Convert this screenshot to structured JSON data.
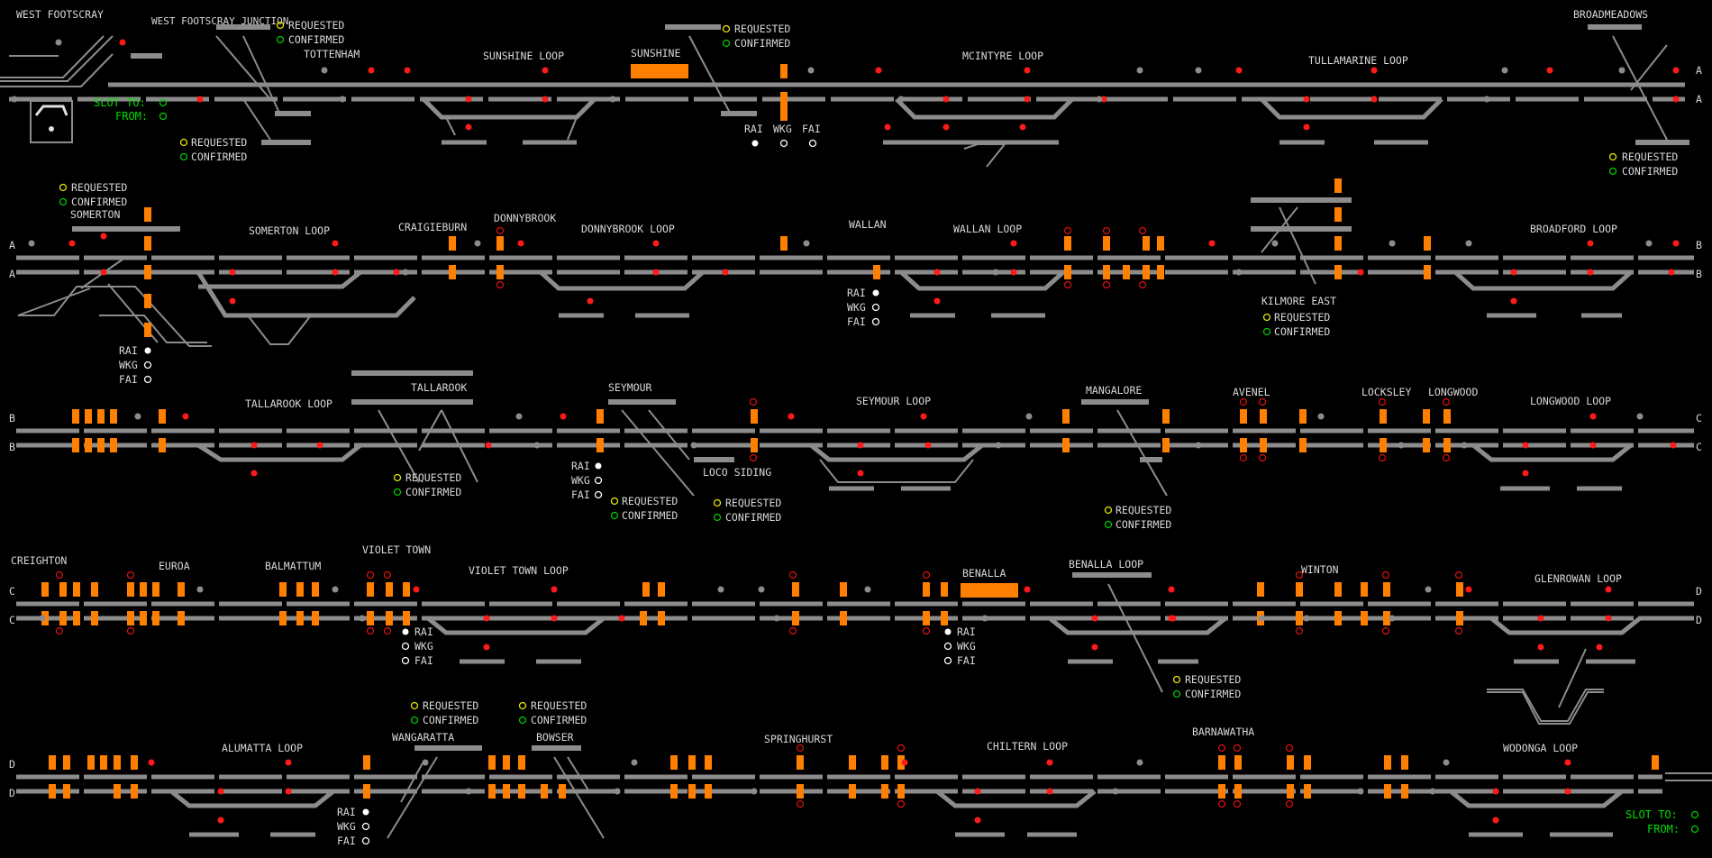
{
  "stations": {
    "west_footscray": "WEST FOOTSCRAY",
    "west_footscray_junction": "WEST FOOTSCRAY JUNCTION",
    "tottenham": "TOTTENHAM",
    "sunshine_loop": "SUNSHINE LOOP",
    "sunshine": "SUNSHINE",
    "mcintyre_loop": "MCINTYRE LOOP",
    "tullamarine_loop": "TULLAMARINE LOOP",
    "broadmeadows": "BROADMEADOWS",
    "somerton": "SOMERTON",
    "somerton_loop": "SOMERTON LOOP",
    "craigieburn": "CRAIGIEBURN",
    "donnybrook": "DONNYBROOK",
    "donnybrook_loop": "DONNYBROOK LOOP",
    "wallan": "WALLAN",
    "wallan_loop": "WALLAN LOOP",
    "kilmore_east": "KILMORE EAST",
    "broadford_loop": "BROADFORD LOOP",
    "tallarook_loop": "TALLAROOK LOOP",
    "tallarook": "TALLAROOK",
    "seymour": "SEYMOUR",
    "seymour_loop": "SEYMOUR LOOP",
    "loco_siding": "LOCO SIDING",
    "mangalore": "MANGALORE",
    "avenel": "AVENEL",
    "locksley": "LOCKSLEY",
    "longwood": "LONGWOOD",
    "longwood_loop": "LONGWOOD LOOP",
    "creighton": "CREIGHTON",
    "euroa": "EUROA",
    "balmattum": "BALMATTUM",
    "violet_town": "VIOLET TOWN",
    "violet_town_loop": "VIOLET TOWN LOOP",
    "benalla": "BENALLA",
    "benalla_loop": "BENALLA LOOP",
    "winton": "WINTON",
    "glenrowan_loop": "GLENROWAN LOOP",
    "alumatta_loop": "ALUMATTA LOOP",
    "wangaratta": "WANGARATTA",
    "bowser": "BOWSER",
    "springhurst": "SPRINGHURST",
    "chiltern_loop": "CHILTERN LOOP",
    "barnawatha": "BARNAWATHA",
    "wodonga_loop": "WODONGA LOOP"
  },
  "status_labels": {
    "requested": "REQUESTED",
    "confirmed": "CONFIRMED",
    "rai": "RAI",
    "wkg": "WKG",
    "fai": "FAI"
  },
  "slot": {
    "to": "SLOT TO:",
    "from": "FROM:"
  },
  "row_markers": [
    "A",
    "B",
    "C",
    "D"
  ],
  "colors": {
    "background": "#000000",
    "track": "#8c8c8c",
    "occupied": "#ff8000",
    "signal_stop": "#ff1a1a",
    "requested": "#e6e600",
    "confirmed": "#00c800",
    "slot_text": "#00dd00",
    "label": "#d8d8d8"
  }
}
